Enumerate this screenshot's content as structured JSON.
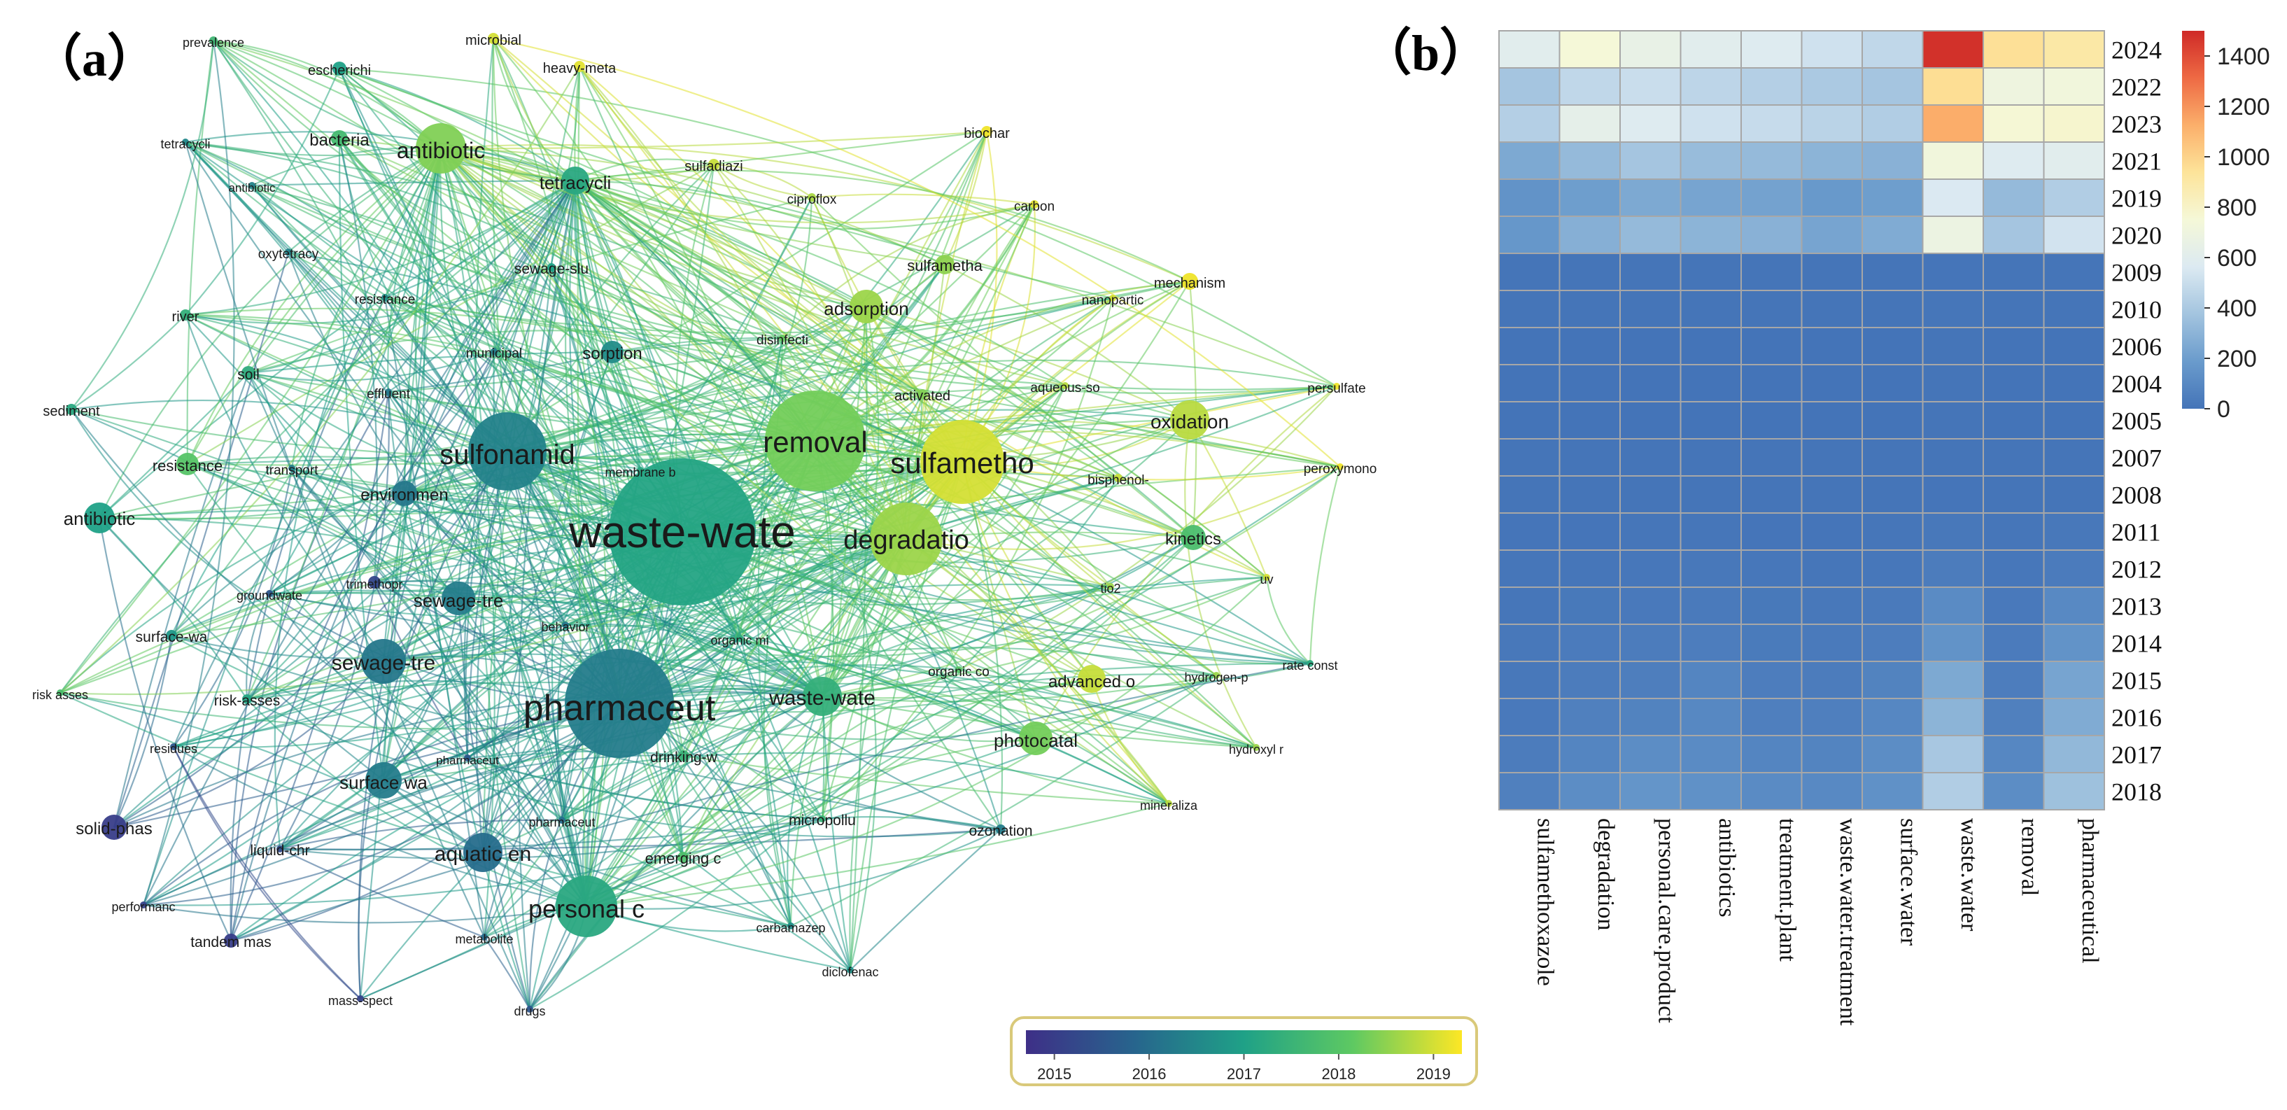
{
  "panel_a": {
    "label": "（a）",
    "colorbar_ticks": [
      "2015",
      "2016",
      "2017",
      "2018",
      "2019"
    ],
    "colorbar_range": [
      2014.7,
      2019.3
    ],
    "palette": [
      "#3e2f87",
      "#27658d",
      "#1fa187",
      "#5ec962",
      "#fde725"
    ],
    "nodes": [
      {
        "label": "waste-wate",
        "year": 2017.1
      },
      {
        "label": "pharmaceut",
        "year": 2016.3
      },
      {
        "label": "sulfonamid",
        "year": 2016.4
      },
      {
        "label": "removal",
        "year": 2018.3
      },
      {
        "label": "sulfametho",
        "year": 2019.0
      },
      {
        "label": "degradatio",
        "year": 2018.6
      },
      {
        "label": "personal c",
        "year": 2017.2
      },
      {
        "label": "antibiotic",
        "year": 2018.4
      },
      {
        "label": "tetracycli",
        "year": 2017.2
      },
      {
        "label": "sewage-tre",
        "year": 2016.3
      },
      {
        "label": "sewage-tre",
        "year": 2016.2
      },
      {
        "label": "aquatic en",
        "year": 2016.0
      },
      {
        "label": "surface wa",
        "year": 2016.3
      },
      {
        "label": "waste-wate",
        "year": 2017.4
      },
      {
        "label": "photocatal",
        "year": 2018.3
      },
      {
        "label": "oxidation",
        "year": 2018.8
      },
      {
        "label": "adsorption",
        "year": 2018.6
      },
      {
        "label": "advanced o",
        "year": 2018.9
      },
      {
        "label": "kinetics",
        "year": 2017.8
      },
      {
        "label": "environmen",
        "year": 2016.2
      },
      {
        "label": "antibiotic",
        "year": 2017.0
      },
      {
        "label": "solid-phas",
        "year": 2015.0
      },
      {
        "label": "sorption",
        "year": 2016.6
      },
      {
        "label": "resistance",
        "year": 2018.0
      },
      {
        "label": "bacteria",
        "year": 2017.7
      },
      {
        "label": "escherichi",
        "year": 2017.0
      },
      {
        "label": "microbial",
        "year": 2019.0
      },
      {
        "label": "heavy-meta",
        "year": 2019.1
      },
      {
        "label": "prevalence",
        "year": 2017.6
      },
      {
        "label": "tetracycli",
        "year": 2016.5
      },
      {
        "label": "antibiotic",
        "year": 2016.4
      },
      {
        "label": "sulfadiazi",
        "year": 2018.9
      },
      {
        "label": "biochar",
        "year": 2019.2
      },
      {
        "label": "ciproflox",
        "year": 2018.7
      },
      {
        "label": "carbon",
        "year": 2019.1
      },
      {
        "label": "sulfametha",
        "year": 2018.5
      },
      {
        "label": "mechanism",
        "year": 2019.2
      },
      {
        "label": "nanopartic",
        "year": 2019.0
      },
      {
        "label": "persulfate",
        "year": 2019.2
      },
      {
        "label": "peroxymono",
        "year": 2019.2
      },
      {
        "label": "bisphenol-",
        "year": 2018.9
      },
      {
        "label": "aqueous-so",
        "year": 2018.8
      },
      {
        "label": "activated",
        "year": 2018.4
      },
      {
        "label": "disinfecti",
        "year": 2018.2
      },
      {
        "label": "sewage-slu",
        "year": 2017.0
      },
      {
        "label": "oxytetracy",
        "year": 2016.4
      },
      {
        "label": "resistance",
        "year": 2016.6
      },
      {
        "label": "river",
        "year": 2017.4
      },
      {
        "label": "soil",
        "year": 2017.3
      },
      {
        "label": "municipal",
        "year": 2016.3
      },
      {
        "label": "effluent",
        "year": 2016.2
      },
      {
        "label": "sediment",
        "year": 2017.2
      },
      {
        "label": "transport",
        "year": 2016.3
      },
      {
        "label": "membrane b",
        "year": 2017.2
      },
      {
        "label": "groundwate",
        "year": 2015.5
      },
      {
        "label": "trimethopr",
        "year": 2015.2
      },
      {
        "label": "behavior",
        "year": 2016.2
      },
      {
        "label": "organic mi",
        "year": 2017.3
      },
      {
        "label": "surface-wa",
        "year": 2016.8
      },
      {
        "label": "risk asses",
        "year": 2017.8
      },
      {
        "label": "risk-asses",
        "year": 2017.1
      },
      {
        "label": "residues",
        "year": 2015.5
      },
      {
        "label": "pharmaceut",
        "year": 2015.6
      },
      {
        "label": "liquid-chr",
        "year": 2015.3
      },
      {
        "label": "pharmaceut",
        "year": 2016.0
      },
      {
        "label": "performanc",
        "year": 2015.1
      },
      {
        "label": "tandem mas",
        "year": 2015.0
      },
      {
        "label": "metabolite",
        "year": 2016.0
      },
      {
        "label": "mass-spect",
        "year": 2015.1
      },
      {
        "label": "drugs",
        "year": 2015.5
      },
      {
        "label": "drinking-w",
        "year": 2017.5
      },
      {
        "label": "organic co",
        "year": 2018.0
      },
      {
        "label": "tio2",
        "year": 2018.6
      },
      {
        "label": "micropollu",
        "year": 2017.5
      },
      {
        "label": "emerging c",
        "year": 2017.9
      },
      {
        "label": "carbamazep",
        "year": 2016.6
      },
      {
        "label": "diclofenac",
        "year": 2016.7
      },
      {
        "label": "ozonation",
        "year": 2016.3
      },
      {
        "label": "mineraliza",
        "year": 2018.8
      },
      {
        "label": "hydroxyl r",
        "year": 2018.6
      },
      {
        "label": "hydrogen-p",
        "year": 2018.6
      },
      {
        "label": "rate const",
        "year": 2017.2
      },
      {
        "label": "uv",
        "year": 2019.0
      }
    ]
  },
  "panel_b": {
    "label": "（b）",
    "colorbar_ticks": [
      "1400",
      "1200",
      "1000",
      "800",
      "600",
      "400",
      "200",
      "0"
    ],
    "colorbar_stops": [
      "#4474b8",
      "#6a9bcc",
      "#a3c4df",
      "#dceaf2",
      "#f5f8d8",
      "#fde49a",
      "#fbaf6b",
      "#ee6a44",
      "#cf2a27"
    ],
    "chart_data": {
      "type": "heatmap",
      "columns": [
        "sulfamethoxazole",
        "degradation",
        "personal.care.product",
        "antibiotics",
        "treatment.plant",
        "waste.water.treatment",
        "surface.water",
        "waste.water",
        "removal",
        "pharmaceutical"
      ],
      "rows": [
        "2024",
        "2022",
        "2023",
        "2021",
        "2019",
        "2020",
        "2009",
        "2010",
        "2006",
        "2004",
        "2005",
        "2007",
        "2008",
        "2011",
        "2012",
        "2013",
        "2014",
        "2015",
        "2016",
        "2017",
        "2018"
      ],
      "color_range": [
        0,
        1500
      ],
      "values": [
        [
          600,
          750,
          650,
          600,
          580,
          520,
          470,
          1480,
          950,
          900
        ],
        [
          380,
          470,
          500,
          460,
          430,
          400,
          380,
          960,
          700,
          720
        ],
        [
          430,
          630,
          580,
          520,
          490,
          450,
          420,
          1130,
          760,
          780
        ],
        [
          250,
          330,
          380,
          340,
          330,
          300,
          290,
          720,
          580,
          600
        ],
        [
          150,
          200,
          250,
          230,
          220,
          180,
          200,
          560,
          330,
          420
        ],
        [
          170,
          280,
          330,
          300,
          290,
          230,
          260,
          680,
          380,
          530
        ],
        [
          3,
          3,
          3,
          3,
          3,
          3,
          3,
          5,
          3,
          3
        ],
        [
          4,
          4,
          4,
          4,
          4,
          4,
          4,
          8,
          4,
          4
        ],
        [
          2,
          2,
          2,
          2,
          2,
          2,
          2,
          4,
          2,
          2
        ],
        [
          2,
          2,
          2,
          2,
          2,
          2,
          2,
          3,
          2,
          2
        ],
        [
          2,
          2,
          2,
          2,
          2,
          2,
          2,
          4,
          2,
          2
        ],
        [
          3,
          3,
          3,
          3,
          3,
          3,
          3,
          4,
          3,
          3
        ],
        [
          3,
          3,
          3,
          3,
          3,
          3,
          3,
          5,
          3,
          3
        ],
        [
          5,
          6,
          8,
          8,
          7,
          6,
          8,
          20,
          10,
          18
        ],
        [
          8,
          12,
          15,
          18,
          15,
          12,
          15,
          40,
          15,
          35
        ],
        [
          12,
          22,
          25,
          28,
          22,
          18,
          28,
          110,
          25,
          100
        ],
        [
          18,
          35,
          40,
          45,
          32,
          28,
          45,
          150,
          35,
          150
        ],
        [
          20,
          40,
          50,
          80,
          45,
          40,
          70,
          250,
          45,
          230
        ],
        [
          25,
          60,
          70,
          95,
          55,
          55,
          90,
          300,
          60,
          260
        ],
        [
          40,
          80,
          120,
          110,
          80,
          75,
          120,
          390,
          90,
          320
        ],
        [
          60,
          120,
          160,
          140,
          110,
          100,
          140,
          420,
          120,
          360
        ]
      ]
    }
  }
}
